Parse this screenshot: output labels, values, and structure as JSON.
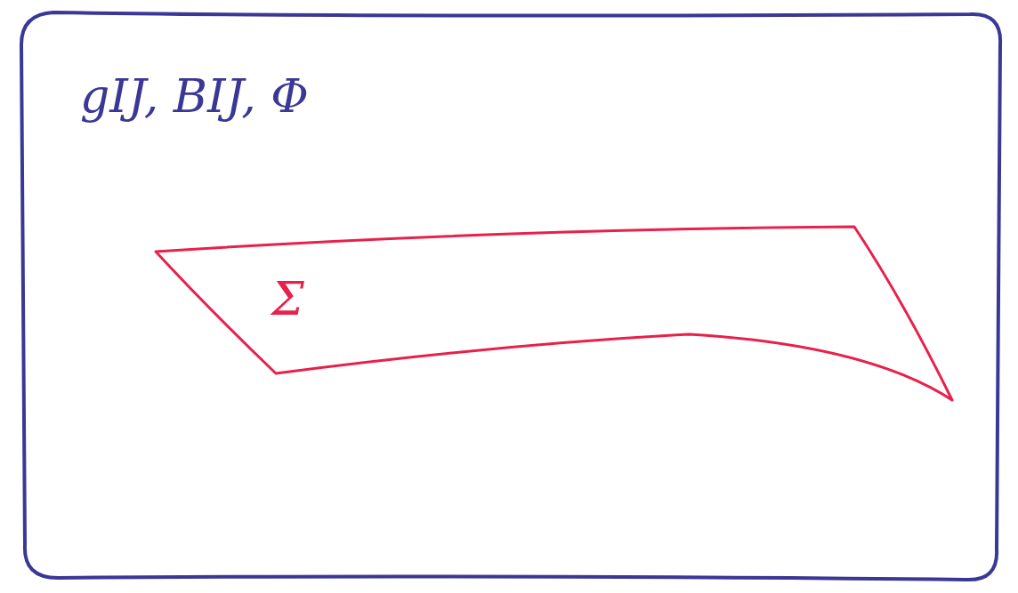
{
  "diagram": {
    "nodes": [
      {
        "text": [
          "gIJ, BIJ, Φ"
        ]
      },
      {
        "text": [
          "Σ"
        ],
        "in": 0
      }
    ]
  }
}
